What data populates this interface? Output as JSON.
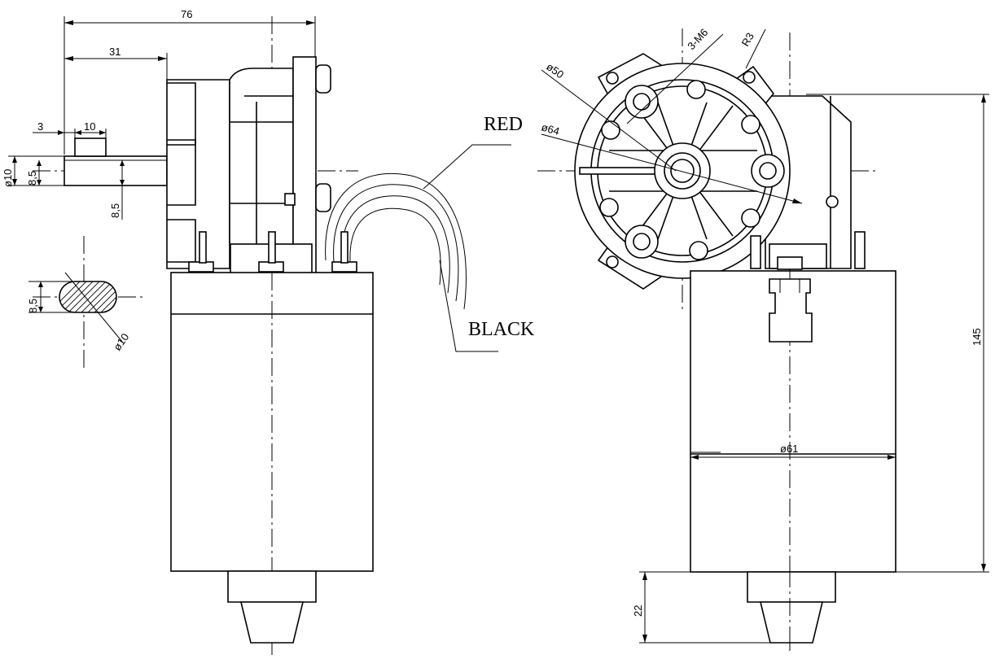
{
  "dimensions": {
    "overall_length": "76",
    "shaft_length": "31",
    "shaft_offset": "3",
    "key_length": "10",
    "shaft_diameter": "ø10",
    "flat_width": "8,5",
    "flat_width_right": "8,5",
    "section_flat": "8,5",
    "section_diameter": "ø10",
    "thread": "3-M6",
    "radius": "R3",
    "bolt_circle": "ø50",
    "flange_diameter": "ø64",
    "motor_diameter": "ø61",
    "height": "145",
    "end_length": "22"
  },
  "wires": {
    "red": "RED",
    "black": "BLACK"
  }
}
